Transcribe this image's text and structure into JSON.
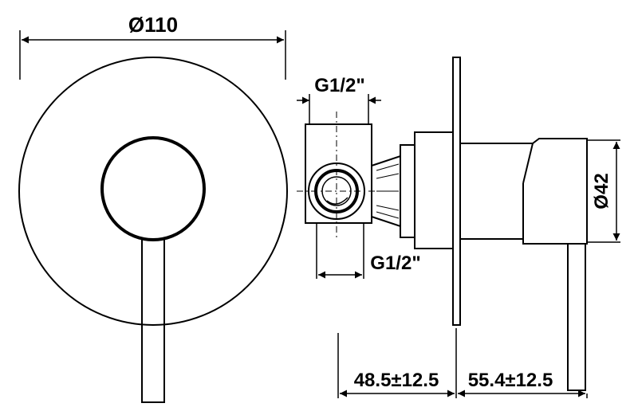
{
  "dimensions": {
    "front_diameter": "Ø110",
    "inlet_top": "G1/2\"",
    "inlet_bottom": "G1/2\"",
    "body_diameter": "Ø42",
    "depth_wall": "48.5±12.5",
    "depth_lever": "55.4±12.5"
  },
  "colors": {
    "line": "#000000",
    "background": "#ffffff"
  }
}
